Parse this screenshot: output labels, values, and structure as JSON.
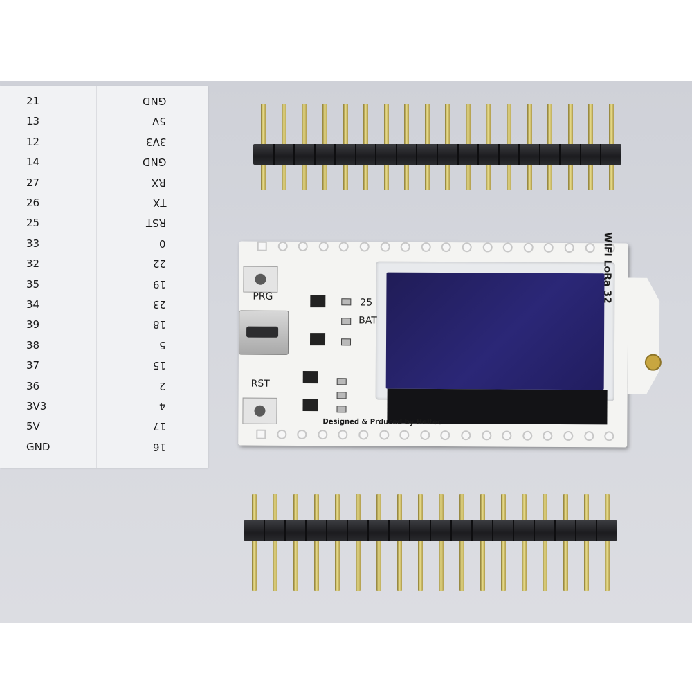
{
  "label_card": {
    "rows": [
      {
        "left": "21",
        "right": "GND"
      },
      {
        "left": "13",
        "right": "5V"
      },
      {
        "left": "12",
        "right": "3V3"
      },
      {
        "left": "14",
        "right": "GND"
      },
      {
        "left": "27",
        "right": "RX"
      },
      {
        "left": "26",
        "right": "TX"
      },
      {
        "left": "25",
        "right": "RST"
      },
      {
        "left": "33",
        "right": "0"
      },
      {
        "left": "32",
        "right": "22"
      },
      {
        "left": "35",
        "right": "19"
      },
      {
        "left": "34",
        "right": "23"
      },
      {
        "left": "39",
        "right": "18"
      },
      {
        "left": "38",
        "right": "5"
      },
      {
        "left": "37",
        "right": "15"
      },
      {
        "left": "36",
        "right": "2"
      },
      {
        "left": "3V3",
        "right": "4"
      },
      {
        "left": "5V",
        "right": "17"
      },
      {
        "left": "GND",
        "right": "16"
      }
    ]
  },
  "board": {
    "prg_label": "PRG",
    "rst_label": "RST",
    "pin25_label": "25",
    "bat_label": "BAT",
    "title": "WIFI LoRa 32",
    "credit": "Designed & Prduced by Heltec"
  },
  "colors": {
    "background": "#d6d8de",
    "board": "#f4f4f2",
    "oled": "#2b2777",
    "header": "#1c1c1f",
    "pin": "#d9c870"
  }
}
